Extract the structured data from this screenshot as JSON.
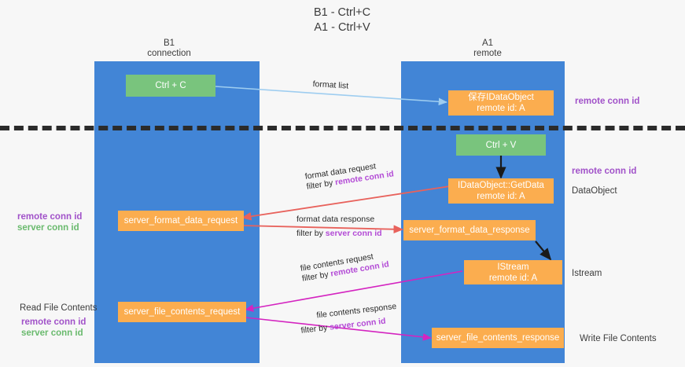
{
  "title": "B1 - Ctrl+C\nA1 - Ctrl+V",
  "columns": [
    {
      "name": "b1",
      "label": "B1\nconnection"
    },
    {
      "name": "a1",
      "label": "A1\nremote"
    }
  ],
  "nodes": [
    {
      "name": "ctrl-c",
      "label": "Ctrl + C",
      "color": "green"
    },
    {
      "name": "save-idataobject",
      "label": "保存IDataObject\nremote id: A",
      "color": "orange"
    },
    {
      "name": "ctrl-v",
      "label": "Ctrl + V",
      "color": "green"
    },
    {
      "name": "idataobject-getdata",
      "label": "IDataObject::GetData\nremote id: A",
      "color": "orange"
    },
    {
      "name": "server-format-data-request",
      "label": "server_format_data_request",
      "color": "orange"
    },
    {
      "name": "server-format-data-response",
      "label": "server_format_data_response",
      "color": "orange"
    },
    {
      "name": "istream",
      "label": "IStream\nremote id: A",
      "color": "orange"
    },
    {
      "name": "server-file-contents-request",
      "label": "server_file_contents_request",
      "color": "orange"
    },
    {
      "name": "server-file-contents-response",
      "label": "server_file_contents_response",
      "color": "orange"
    }
  ],
  "right_labels": [
    {
      "name": "remote-conn-id-1",
      "text": "remote conn id",
      "style": "purple"
    },
    {
      "name": "remote-conn-id-2",
      "text": "remote conn id",
      "style": "purple"
    },
    {
      "name": "dataobject",
      "text": "DataObject",
      "style": "plain"
    },
    {
      "name": "istream",
      "text": "Istream",
      "style": "plain"
    },
    {
      "name": "write-file-contents",
      "text": "Write File Contents",
      "style": "plain"
    }
  ],
  "left_labels": [
    {
      "name": "remote-conn-id",
      "text": "remote conn id",
      "style": "purple"
    },
    {
      "name": "server-conn-id",
      "text": "server conn id",
      "style": "green"
    },
    {
      "name": "read-file-contents",
      "text": "Read File Contents",
      "style": "plain"
    },
    {
      "name": "remote-conn-id-2",
      "text": "remote conn id",
      "style": "purple"
    },
    {
      "name": "server-conn-id-2",
      "text": "server conn id",
      "style": "green"
    }
  ],
  "edges": [
    {
      "name": "format-list",
      "line1": "format list",
      "line2": ""
    },
    {
      "name": "format-data-request",
      "line1": "format data request",
      "line2_plain": "filter by ",
      "line2_em": "remote conn id"
    },
    {
      "name": "format-data-response",
      "line1": "format data response",
      "line2_plain": "filter by ",
      "line2_em": "server conn id"
    },
    {
      "name": "file-contents-request",
      "line1": "file contents request",
      "line2_plain": "filter by ",
      "line2_em": "remote conn id"
    },
    {
      "name": "file-contents-response",
      "line1": "file contents response",
      "line2_plain": "filter by ",
      "line2_em": "server conn id"
    }
  ],
  "colors": {
    "lane": "#4285d6",
    "green_node": "#79c47d",
    "orange_node": "#fbad4f",
    "purple_text": "#a152c9",
    "green_text": "#6aba6e",
    "red_arrow": "#e8625c",
    "magenta_arrow": "#d424c0",
    "light_blue_arrow": "#9ecdf0",
    "black_arrow": "#1a1a1a",
    "dash_line": "#2b2b2b"
  }
}
